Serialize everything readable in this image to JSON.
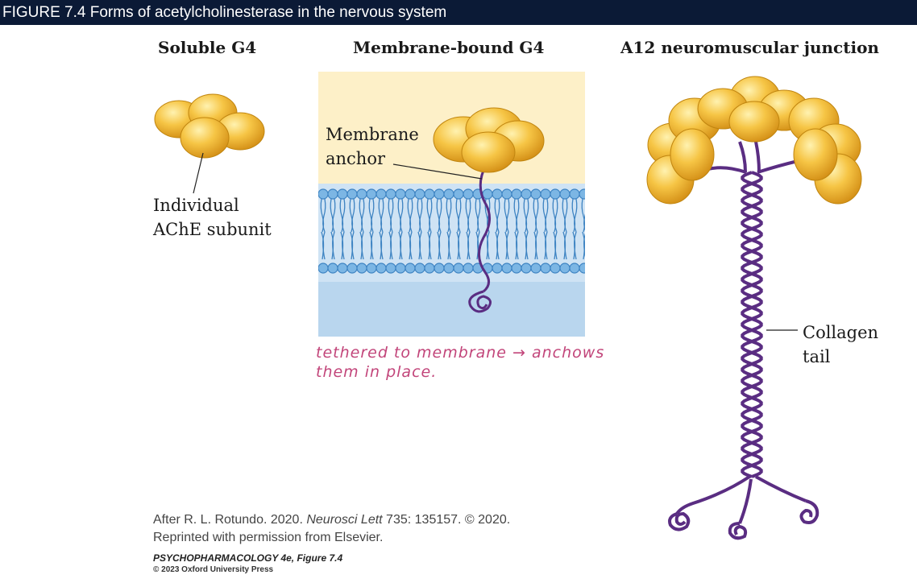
{
  "header": {
    "title": "FIGURE 7.4  Forms of acetylcholinesterase in the nervous system"
  },
  "columns": [
    {
      "title": "Soluble G4"
    },
    {
      "title": "Membrane-bound G4"
    },
    {
      "title": "A12 neuromuscular junction"
    }
  ],
  "labels": {
    "subunit_line1": "Individual",
    "subunit_line2": "AChE subunit",
    "anchor_line1": "Membrane",
    "anchor_line2": "anchor",
    "tail_line1": "Collagen",
    "tail_line2": "tail"
  },
  "handwritten_note": {
    "line1": "tethered to membrane → anchows",
    "line2": "them in place."
  },
  "credit": {
    "prefix": "After R. L. Rotundo. 2020. ",
    "journal": "Neurosci Lett",
    "suffix": " 735: 135157. © 2020.",
    "line2": "Reprinted with permission from Elsevier."
  },
  "book": {
    "title": "PSYCHOPHARMACOLOGY 4e, Figure 7.4",
    "copyright": "© 2023 Oxford University Press"
  },
  "colors": {
    "header_bg": "#0b1a36",
    "subunit": "#f2b330",
    "collagen": "#5a2d82",
    "membrane": "#5aa0d6",
    "cytoplasm": "#b9d6ee",
    "extracellular": "#fdf0c8",
    "annotation": "#c2457a"
  }
}
